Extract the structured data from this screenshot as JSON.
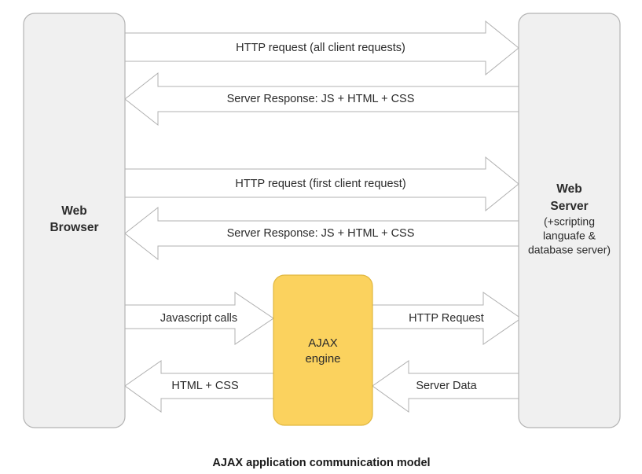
{
  "diagram": {
    "caption": "AJAX application communication model",
    "nodes": {
      "browser": {
        "title_line1": "Web",
        "title_line2": "Browser"
      },
      "server": {
        "title_line1": "Web",
        "title_line2": "Server",
        "sub_line1": "(+scripting",
        "sub_line2": "languafe &",
        "sub_line3": "database server)"
      },
      "ajax": {
        "title_line1": "AJAX",
        "title_line2": "engine"
      }
    },
    "arrows": [
      {
        "id": "http-request-all",
        "label": "HTTP request (all client requests)",
        "direction": "right"
      },
      {
        "id": "server-response-1",
        "label": "Server Response: JS + HTML + CSS",
        "direction": "left"
      },
      {
        "id": "http-request-first",
        "label": "HTTP request (first client request)",
        "direction": "right"
      },
      {
        "id": "server-response-2",
        "label": "Server Response: JS + HTML + CSS",
        "direction": "left"
      },
      {
        "id": "javascript-calls",
        "label": "Javascript calls",
        "direction": "right"
      },
      {
        "id": "http-request-ajax",
        "label": "HTTP Request",
        "direction": "right"
      },
      {
        "id": "html-css",
        "label": "HTML + CSS",
        "direction": "left"
      },
      {
        "id": "server-data",
        "label": "Server Data",
        "direction": "left"
      }
    ],
    "colors": {
      "node_fill": "#f0f0f0",
      "node_stroke": "#b3b3b3",
      "accent_fill": "#fbd25e",
      "accent_stroke": "#e0b73f",
      "arrow_fill": "#ffffff",
      "arrow_stroke": "#b0b0b0",
      "text": "#2b2b2b",
      "background": "#ffffff"
    }
  }
}
